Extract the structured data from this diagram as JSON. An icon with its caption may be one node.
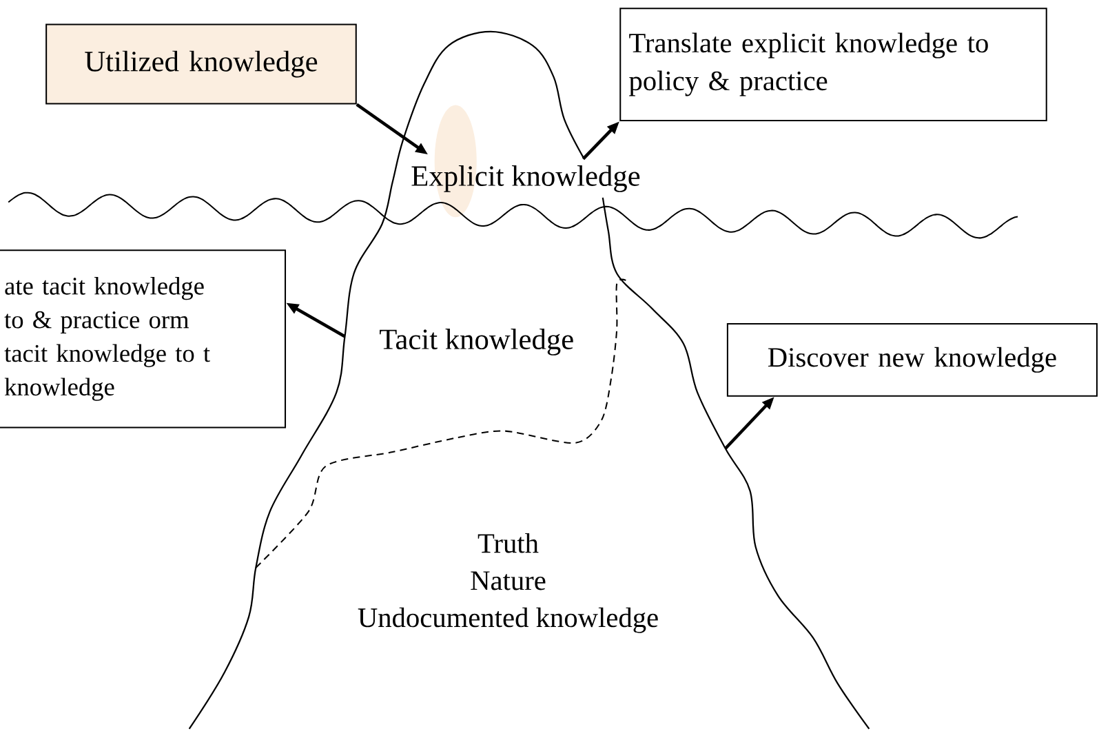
{
  "diagram": {
    "nodes": [
      {
        "text": [
          "Utilized knowledge"
        ]
      },
      {
        "text": [
          "Translate explicit knowledge to policy & practice"
        ]
      },
      {
        "text": [
          "ate  tacit knowledge to & practice orm tacit knowledge to t knowledge"
        ]
      },
      {
        "text": [
          "Discover new knowledge"
        ]
      },
      {
        "text": [
          "Explicit knowledge"
        ]
      },
      {
        "text": [
          "Tacit knowledge"
        ]
      },
      {
        "text": [
          "Truth",
          "Nature",
          "Undocumented knowledge"
        ]
      }
    ],
    "edges": [
      {
        "from": 0,
        "to": 4,
        "arrow": "to"
      },
      {
        "from": 4,
        "to": 1,
        "arrow": "to"
      },
      {
        "from": 5,
        "to": 2,
        "arrow": "to"
      },
      {
        "from": null,
        "to": 3,
        "arrow": "to"
      }
    ]
  }
}
